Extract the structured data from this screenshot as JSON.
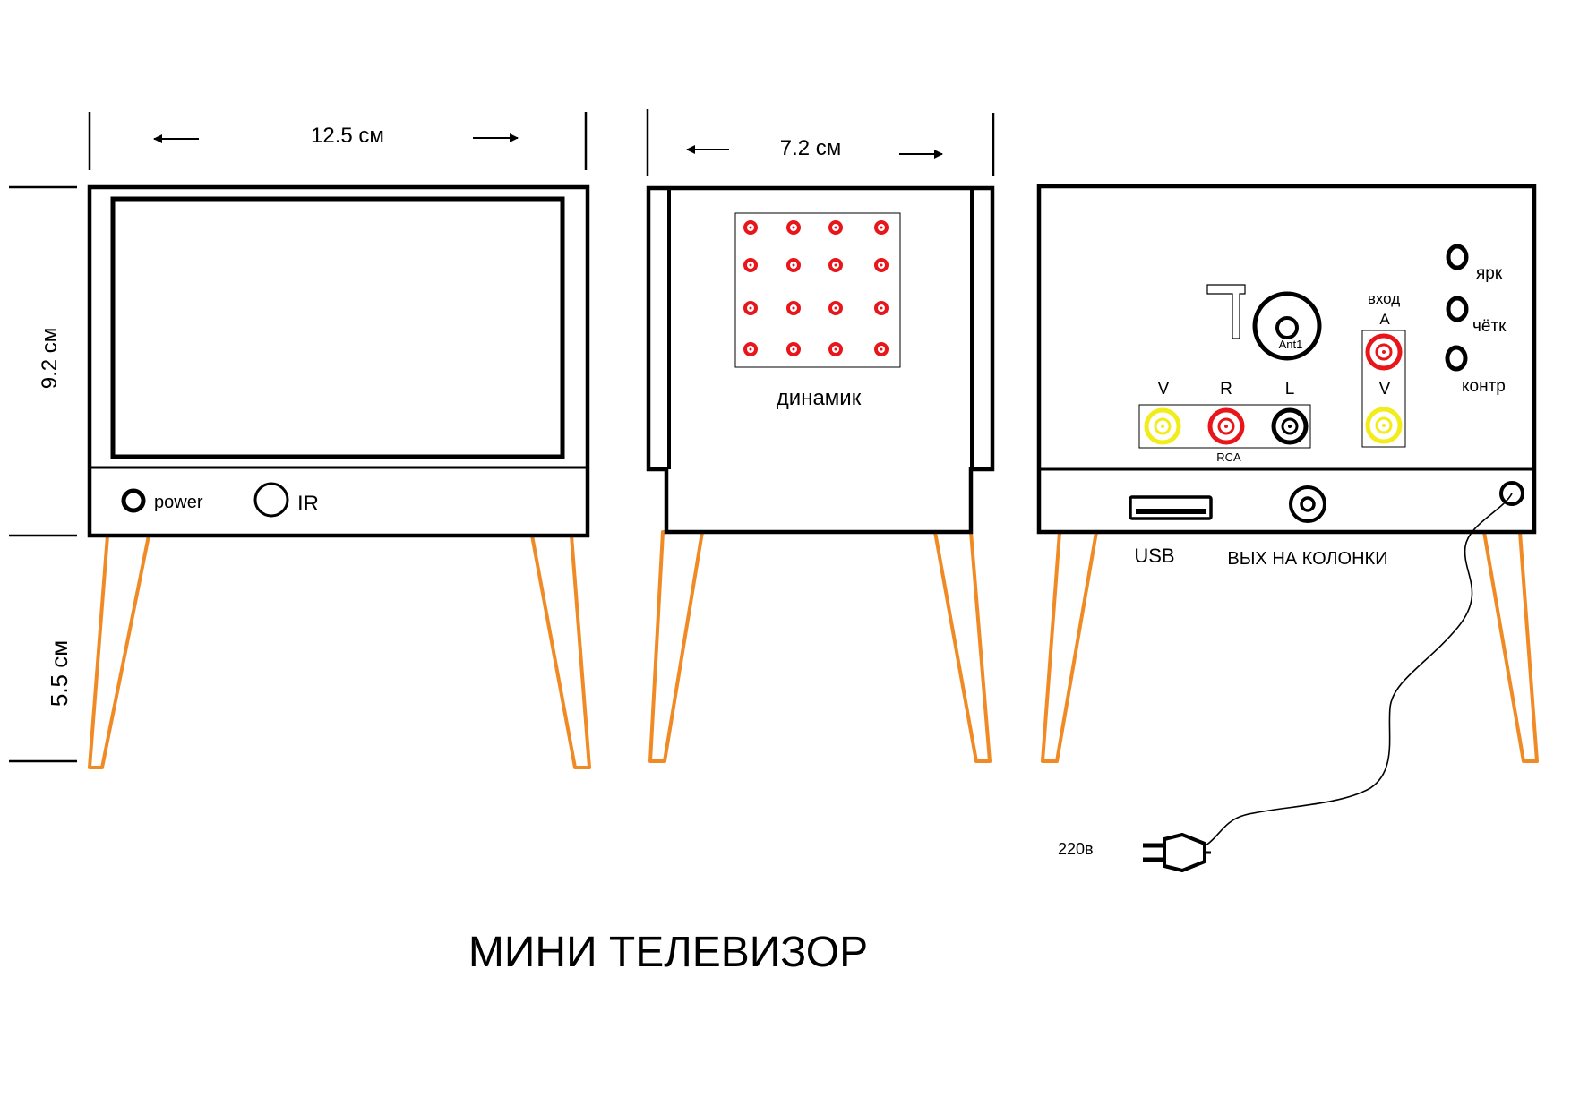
{
  "dimensions": {
    "width": "12.5 см",
    "depth": "7.2 см",
    "body_height": "9.2 см",
    "leg_height": "5.5 см"
  },
  "front": {
    "power_label": "power",
    "ir_label": "IR"
  },
  "side": {
    "speaker_label": "динамик",
    "speaker_grid": {
      "rows": 4,
      "cols": 4
    }
  },
  "back": {
    "antenna_label": "Ant1",
    "rca_v": "V",
    "rca_r": "R",
    "rca_l": "L",
    "rca_label": "RCA",
    "input_title": "вход",
    "input_a": "A",
    "input_v": "V",
    "knob_brightness": "ярк",
    "knob_sharpness": "чётк",
    "knob_contrast": "контр",
    "usb_label": "USB",
    "speaker_out_label": "ВЫХ НА КОЛОНКИ",
    "mains_label": "220в"
  },
  "title": "МИНИ ТЕЛЕВИЗОР",
  "colors": {
    "outline": "#000000",
    "legs": "#f08a24",
    "red_jack": "#e8151b",
    "yellow_jack": "#f2ec1a"
  }
}
